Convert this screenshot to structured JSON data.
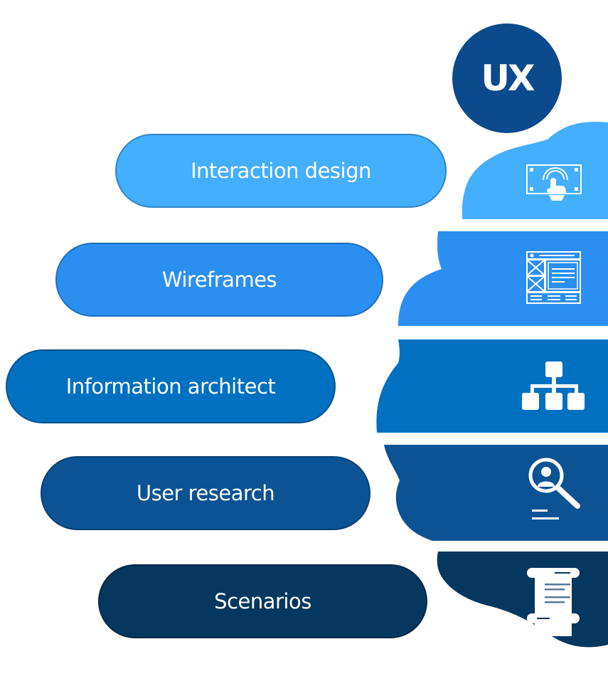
{
  "title": "UX",
  "colors": {
    "ux_circle": "#0b4a8c",
    "layer1": "#44aeff",
    "layer2": "#2b8ff1",
    "layer3": "#0070c1",
    "layer4": "#0b5394",
    "layer5": "#06375f"
  },
  "layers": [
    {
      "label": "Interaction design",
      "icon": "touch-screen-icon",
      "color": "#44aeff",
      "border": "#2f86c9"
    },
    {
      "label": "Wireframes",
      "icon": "wireframe-layout-icon",
      "color": "#2b8ff1",
      "border": "#1f6fbf"
    },
    {
      "label": "Information architect",
      "icon": "sitemap-hierarchy-icon",
      "color": "#0070c1",
      "border": "#0a5590"
    },
    {
      "label": "User research",
      "icon": "user-magnifier-icon",
      "color": "#0b5394",
      "border": "#083f70"
    },
    {
      "label": "Scenarios",
      "icon": "scroll-document-icon",
      "color": "#06375f",
      "border": "#042845"
    }
  ]
}
